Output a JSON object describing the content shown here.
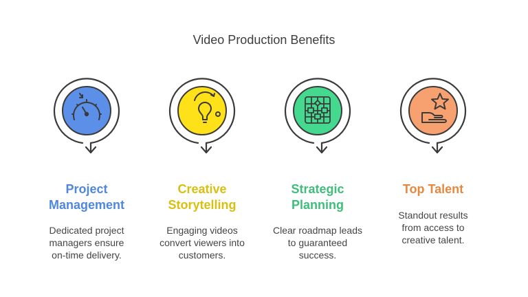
{
  "title": "Video Production Benefits",
  "colors": {
    "stroke": "#3a3a3a",
    "blue": "#5b8fe8",
    "yellow": "#ffe11a",
    "green": "#45d98f",
    "orange": "#f7a070",
    "blue_text": "#4f86e0",
    "yellow_text": "#d8c012",
    "green_text": "#3fbd7a",
    "orange_text": "#e8883f"
  },
  "items": [
    {
      "heading_line1": "Project",
      "heading_line2": "Management",
      "desc_line1": "Dedicated project",
      "desc_line2": "managers ensure",
      "desc_line3": "on-time delivery.",
      "icon": "gauge-icon"
    },
    {
      "heading_line1": "Creative",
      "heading_line2": "Storytelling",
      "desc_line1": "Engaging videos",
      "desc_line2": "convert viewers into",
      "desc_line3": "customers.",
      "icon": "lightbulb-icon"
    },
    {
      "heading_line1": "Strategic",
      "heading_line2": "Planning",
      "desc_line1": "Clear roadmap leads",
      "desc_line2": "to guaranteed",
      "desc_line3": "success.",
      "icon": "flowchart-icon"
    },
    {
      "heading_line1": "Top Talent",
      "heading_line2": "",
      "desc_line1": "Standout results",
      "desc_line2": "from access to",
      "desc_line3": "creative talent.",
      "icon": "star-hand-icon"
    }
  ]
}
